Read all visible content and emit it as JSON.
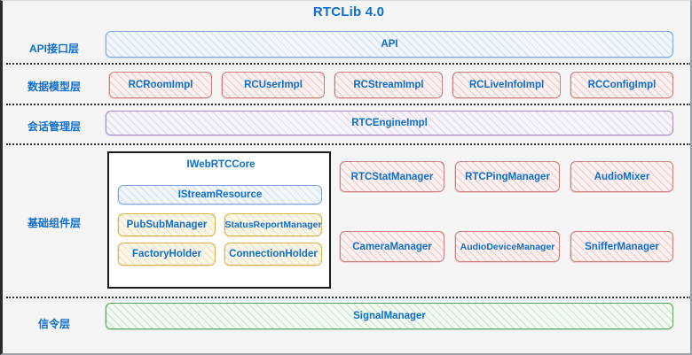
{
  "title": "RTCLib 4.0",
  "theme": {
    "background": "#f5f5f5",
    "text_blue": "#0d6ecd",
    "api_blue": "#7ea6dd",
    "model_red": "#cd7f7f",
    "engine_purple": "#a98ec4",
    "holder_yellow": "#d9b24c",
    "signal_green": "#5aa85f",
    "group_border": "#1b1b1b"
  },
  "layers": [
    {
      "label": "API接口层"
    },
    {
      "label": "数据模型层"
    },
    {
      "label": "会话管理层"
    },
    {
      "label": "基础组件层"
    },
    {
      "label": "信令层"
    }
  ],
  "api_layer": {
    "boxes": [
      {
        "label": "API"
      }
    ]
  },
  "data_model_layer": {
    "boxes": [
      {
        "label": "RCRoomImpl"
      },
      {
        "label": "RCUserImpl"
      },
      {
        "label": "RCStreamImpl"
      },
      {
        "label": "RCLiveInfoImpl"
      },
      {
        "label": "RCConfigImpl"
      }
    ]
  },
  "session_layer": {
    "boxes": [
      {
        "label": "RTCEngineImpl"
      }
    ]
  },
  "component_layer": {
    "group": {
      "title": "IWebRTCCore",
      "stream_resource": {
        "label": "IStreamResource"
      },
      "holders": [
        {
          "label": "PubSubManager"
        },
        {
          "label": "StatusReportManager"
        },
        {
          "label": "FactoryHolder"
        },
        {
          "label": "ConnectionHolder"
        }
      ]
    },
    "managers": [
      {
        "label": "RTCStatManager"
      },
      {
        "label": "RTCPingManager"
      },
      {
        "label": "AudioMixer"
      },
      {
        "label": "CameraManager"
      },
      {
        "label": "AudioDeviceManager"
      },
      {
        "label": "SnifferManager"
      }
    ]
  },
  "signal_layer": {
    "boxes": [
      {
        "label": "SignalManager"
      }
    ]
  }
}
